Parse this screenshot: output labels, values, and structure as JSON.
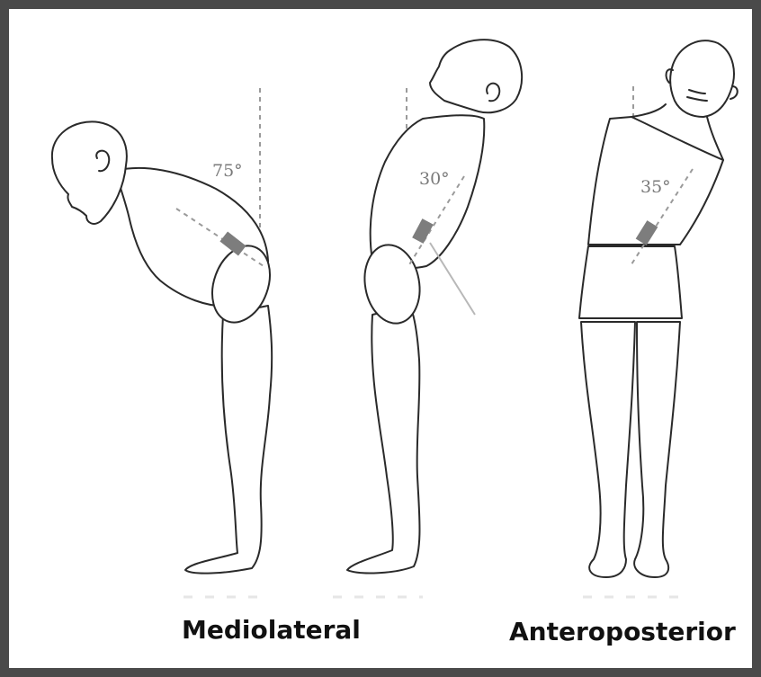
{
  "figures": [
    {
      "id": "forward-bend",
      "angle_label": "75°"
    },
    {
      "id": "backward-bend",
      "angle_label": "30°"
    },
    {
      "id": "side-bend",
      "angle_label": "35°"
    }
  ],
  "captions": {
    "mediolateral": "Mediolateral",
    "anteroposterior": "Anteroposterior"
  },
  "colors": {
    "frame": "#4a4a4a",
    "outline": "#2a2a2a",
    "reference_line": "#9a9a9a",
    "sensor": "#7d7d7d"
  }
}
